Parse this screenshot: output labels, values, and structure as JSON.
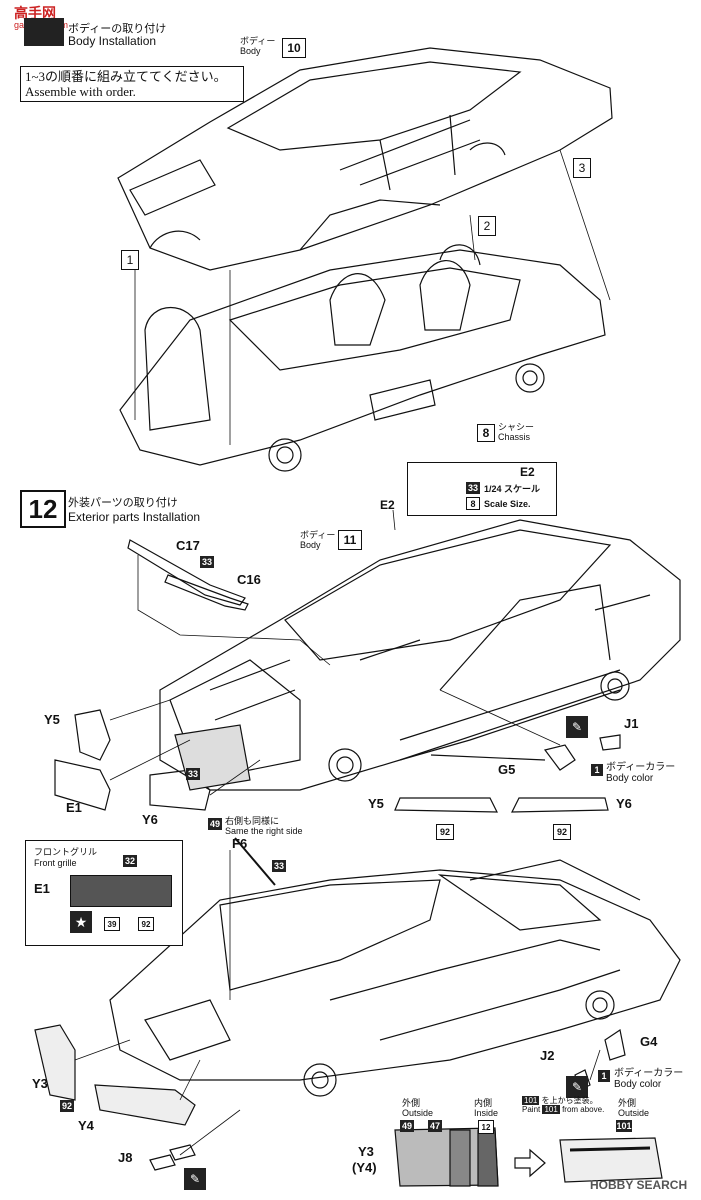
{
  "watermark": {
    "left": "高手网",
    "left_sub": "gaoshou.com",
    "right": "HOBBY SEARCH"
  },
  "step11": {
    "title_jp": "ボディーの取り付け",
    "title_en": "Body Installation",
    "note_jp": "1~3の順番に組み立ててください。",
    "note_en": "Assemble with order.",
    "body_jp": "ボディー",
    "body_en": "Body",
    "body_num": "10",
    "chassis_jp": "シャシー",
    "chassis_en": "Chassis",
    "chassis_num": "8",
    "order": [
      "1",
      "2",
      "3"
    ]
  },
  "step12": {
    "number": "12",
    "title_jp": "外装パーツの取り付け",
    "title_en": "Exterior parts Installation",
    "body_jp": "ボディー",
    "body_en": "Body",
    "body_num": "11",
    "e2_inset": {
      "part": "E2",
      "paint": "33",
      "scale_num": "8",
      "scale_jp": "1/24 スケール",
      "scale_en": "Scale Size."
    },
    "parts": {
      "e2": "E2",
      "c17": "C17",
      "c16": "C16",
      "c_paint": "33",
      "y5": "Y5",
      "y6": "Y6",
      "e1": "E1",
      "grille_paint": "33",
      "j1": "J1",
      "g5": "G5",
      "body_color_num": "1",
      "body_color_jp": "ボディーカラー",
      "body_color_en": "Body color",
      "right_side_num": "49",
      "right_side_jp": "右側も同様に",
      "right_side_en": "Same the right side",
      "lens_y5": "Y5",
      "lens_y6": "Y6",
      "lens_paint": "92"
    },
    "grille_inset": {
      "title_jp": "フロントグリル",
      "title_en": "Front grille",
      "part": "E1",
      "paint_top": "32",
      "paint_a": "39",
      "paint_b": "92"
    },
    "rear": {
      "f6": "F6",
      "f6_paint": "33",
      "y3": "Y3",
      "y3_paint": "92",
      "y4": "Y4",
      "j8": "J8",
      "j2": "J2",
      "g4": "G4",
      "body_color_num": "1",
      "body_color_jp": "ボディーカラー",
      "body_color_en": "Body color"
    },
    "lamp_detail": {
      "label": "Y3",
      "label_sub": "(Y4)",
      "outside_jp": "外側",
      "outside_en": "Outside",
      "outside_paints": [
        "49",
        "47"
      ],
      "inside_jp": "内側",
      "inside_en": "Inside",
      "inside_paint": "12",
      "paint_note_num": "101",
      "paint_note_jp": "を上から塗装。",
      "paint_note_en_a": "Paint",
      "paint_note_en_b": "from above.",
      "result_outside_jp": "外側",
      "result_outside_en": "Outside",
      "result_paint": "101"
    }
  }
}
